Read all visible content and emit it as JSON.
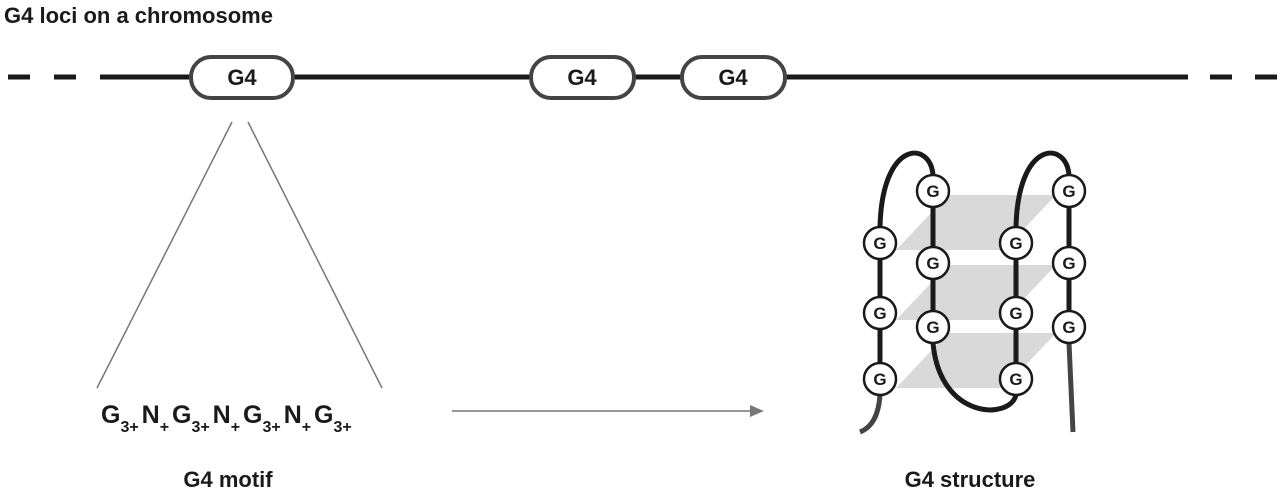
{
  "title": "G4 loci on a chromosome",
  "chromosome": {
    "loci": [
      "G4",
      "G4",
      "G4"
    ]
  },
  "motif": {
    "parts": [
      {
        "base": "G",
        "sub": "3+"
      },
      {
        "base": "N",
        "sub": "+"
      },
      {
        "base": "G",
        "sub": "3+"
      },
      {
        "base": "N",
        "sub": "+"
      },
      {
        "base": "G",
        "sub": "3+"
      },
      {
        "base": "N",
        "sub": "+"
      },
      {
        "base": "G",
        "sub": "3+"
      }
    ],
    "label": "G4 motif"
  },
  "structure": {
    "guanine": "G",
    "label": "G4 structure"
  },
  "colors": {
    "line": "#1a1a1a",
    "pill_stroke": "#444444",
    "plane": "#d9d9d9",
    "thin": "#777777"
  }
}
